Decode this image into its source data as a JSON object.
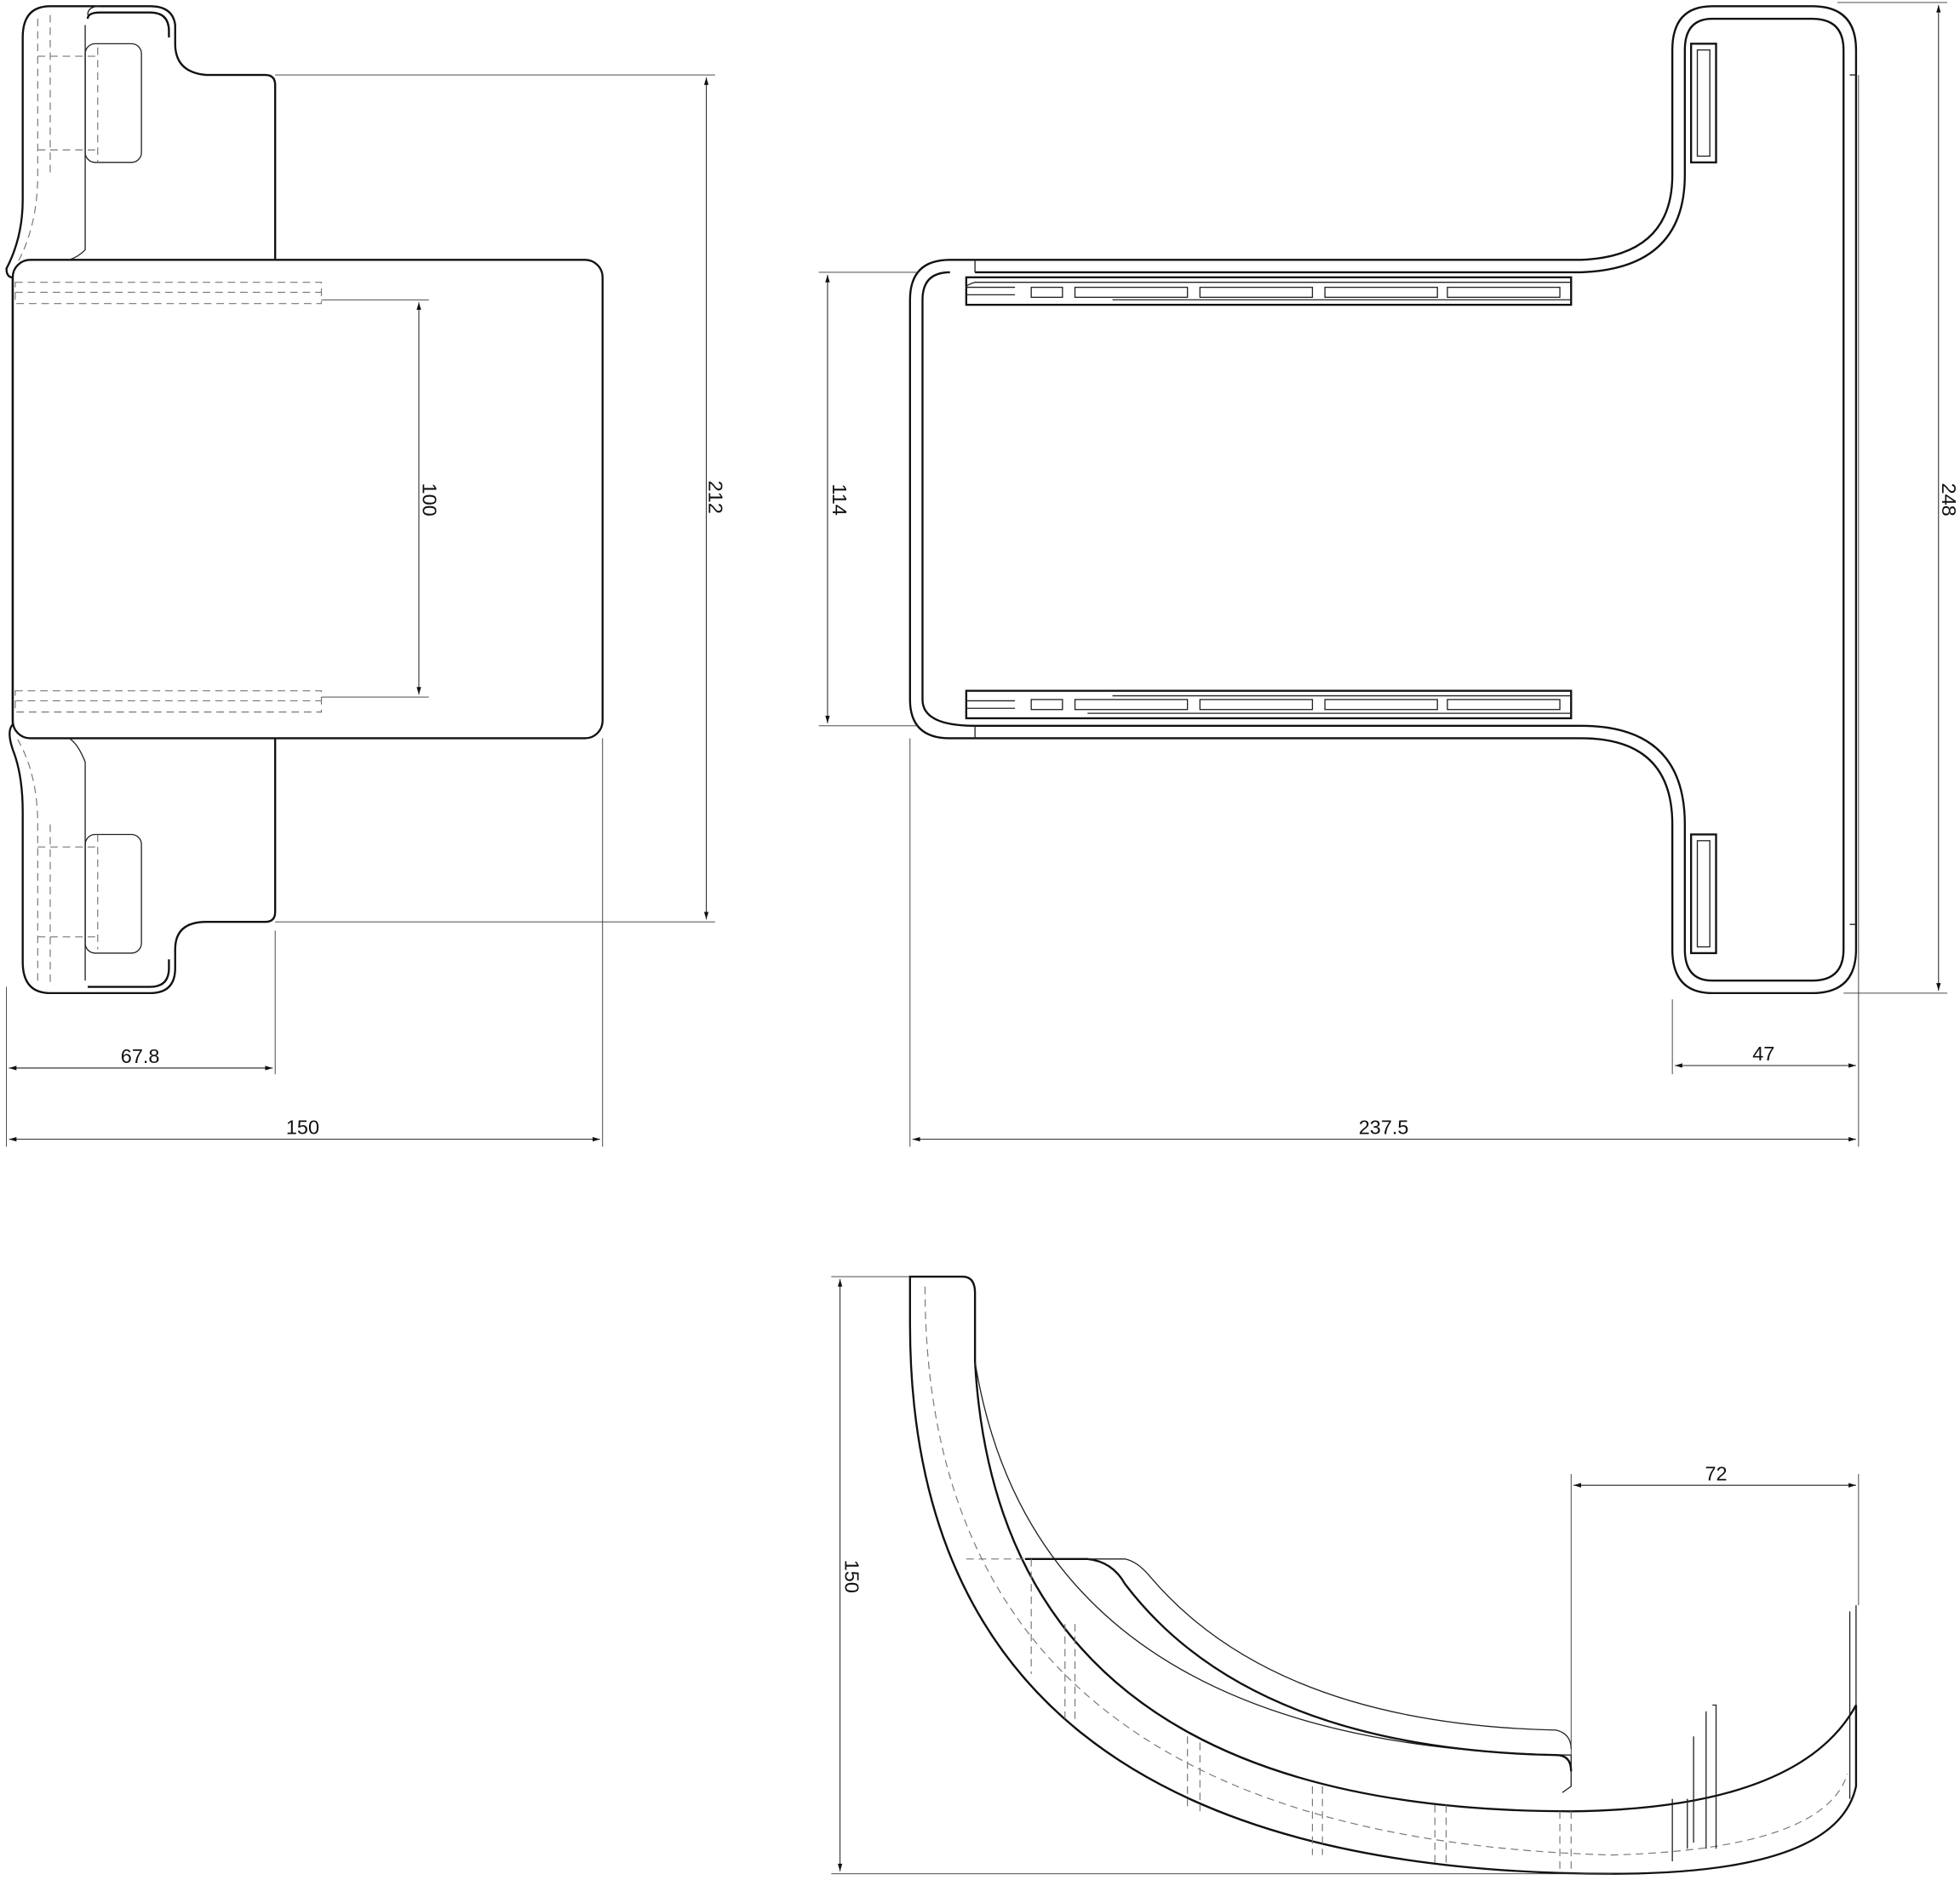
{
  "drawing": {
    "front_view": {
      "dim_width_small": "67.8",
      "dim_width_total": "150",
      "dim_height_total": "212",
      "dim_rail_spacing": "100"
    },
    "top_view": {
      "dim_height_inner": "114",
      "dim_height_total": "248",
      "dim_tab_width": "47",
      "dim_width_total": "237.5"
    },
    "side_view": {
      "dim_height": "150",
      "dim_flat_width": "72"
    }
  }
}
